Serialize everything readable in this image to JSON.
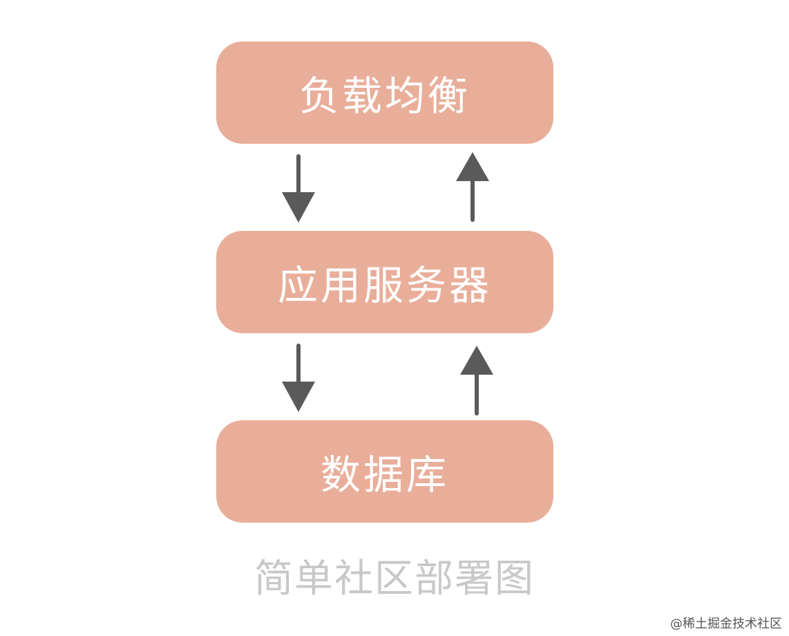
{
  "nodes": [
    {
      "label": "负载均衡"
    },
    {
      "label": "应用服务器"
    },
    {
      "label": "数据库"
    }
  ],
  "caption": "简单社区部署图",
  "watermark": "@稀土掘金技术社区",
  "colors": {
    "box_fill": "#e9ae9a",
    "box_text": "#ffffff",
    "arrow": "#5a5a5a",
    "caption": "#c8c8c8",
    "watermark": "#555555"
  }
}
